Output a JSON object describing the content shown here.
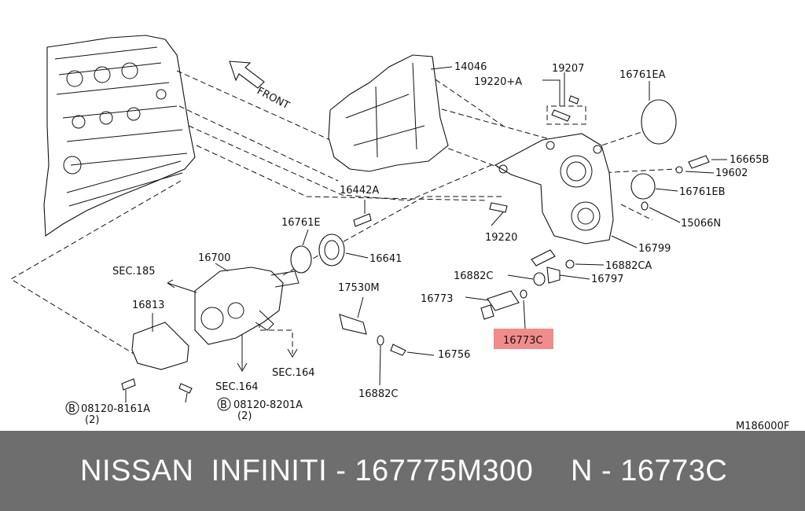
{
  "diagram": {
    "front_label": "FRONT",
    "drawing_code": "M186000F",
    "highlight_color": "#f28b8b",
    "highlighted_part": "16773C",
    "callouts": [
      {
        "id": "14046",
        "text": "14046"
      },
      {
        "id": "19207",
        "text": "19207"
      },
      {
        "id": "19220A",
        "text": "19220+A"
      },
      {
        "id": "16761EA",
        "text": "16761EA"
      },
      {
        "id": "16665B",
        "text": "16665B"
      },
      {
        "id": "19602",
        "text": "19602"
      },
      {
        "id": "16761EB",
        "text": "16761EB"
      },
      {
        "id": "15066N",
        "text": "15066N"
      },
      {
        "id": "16442A",
        "text": "16442A"
      },
      {
        "id": "19220",
        "text": "19220"
      },
      {
        "id": "16761E",
        "text": "16761E"
      },
      {
        "id": "16799",
        "text": "16799"
      },
      {
        "id": "16700",
        "text": "16700"
      },
      {
        "id": "16641",
        "text": "16641"
      },
      {
        "id": "16882CA",
        "text": "16882CA"
      },
      {
        "id": "SEC185",
        "text": "SEC.185"
      },
      {
        "id": "16882C_a",
        "text": "16882C"
      },
      {
        "id": "16797",
        "text": "16797"
      },
      {
        "id": "17530M",
        "text": "17530M"
      },
      {
        "id": "16773",
        "text": "16773"
      },
      {
        "id": "16813",
        "text": "16813"
      },
      {
        "id": "16773C",
        "text": "16773C"
      },
      {
        "id": "16756",
        "text": "16756"
      },
      {
        "id": "SEC164_a",
        "text": "SEC.164"
      },
      {
        "id": "SEC164_b",
        "text": "SEC.164"
      },
      {
        "id": "16882C_b",
        "text": "16882C"
      },
      {
        "id": "bolt_a",
        "text": "08120-8161A"
      },
      {
        "id": "bolt_a_qty",
        "text": "(2)"
      },
      {
        "id": "bolt_b",
        "text": "08120-8201A"
      },
      {
        "id": "bolt_b_qty",
        "text": "(2)"
      },
      {
        "id": "bolt_marker",
        "text": "B"
      }
    ]
  },
  "footer": {
    "left_text": "NISSAN  INFINITI - 167775M300",
    "right_text": "N - 16773C",
    "background": "#6e6e6e"
  }
}
